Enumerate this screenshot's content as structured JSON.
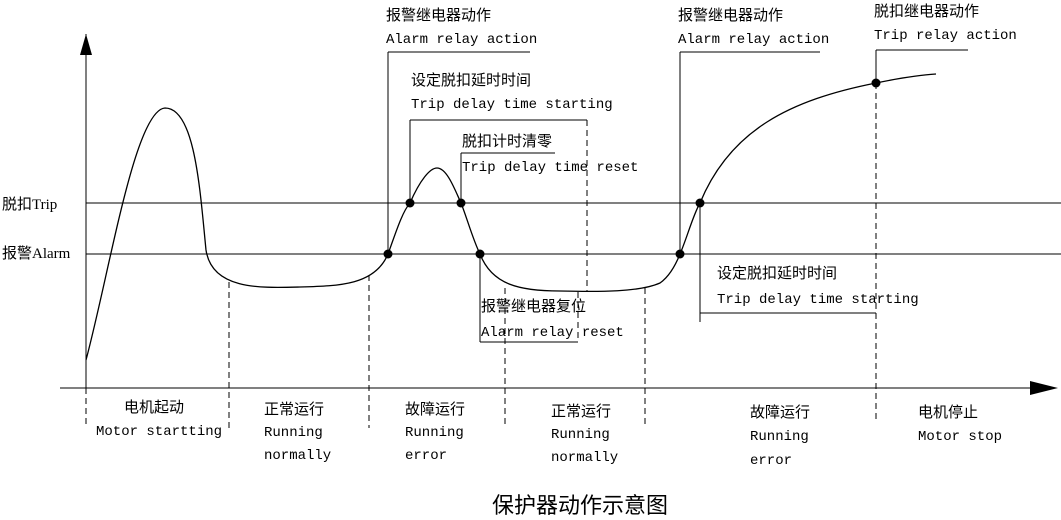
{
  "axis": {
    "trip_label": "脱扣Trip",
    "alarm_label": "报警Alarm"
  },
  "callouts": {
    "alarm_action_1": {
      "zh": "报警继电器动作",
      "en": "Alarm relay action"
    },
    "trip_delay_start_1": {
      "zh": "设定脱扣延时时间",
      "en": "Trip delay time starting"
    },
    "trip_timer_reset": {
      "zh": "脱扣计时清零",
      "en": "Trip delay time reset"
    },
    "alarm_reset": {
      "zh": "报警继电器复位",
      "en": "Alarm relay reset"
    },
    "alarm_action_2": {
      "zh": "报警继电器动作",
      "en": "Alarm relay action"
    },
    "trip_action": {
      "zh": "脱扣继电器动作",
      "en": "Trip relay action"
    },
    "trip_delay_start_2": {
      "zh": "设定脱扣延时时间",
      "en": "Trip delay time starting"
    }
  },
  "phases": [
    {
      "zh": "电机起动",
      "en1": "Motor startting",
      "en2": ""
    },
    {
      "zh": "正常运行",
      "en1": "Running",
      "en2": "normally"
    },
    {
      "zh": "故障运行",
      "en1": "Running",
      "en2": "error"
    },
    {
      "zh": "正常运行",
      "en1": "Running",
      "en2": "normally"
    },
    {
      "zh": "故障运行",
      "en1": "Running",
      "en2": "error"
    },
    {
      "zh": "电机停止",
      "en1": "Motor stop",
      "en2": ""
    }
  ],
  "caption": "保护器动作示意图"
}
